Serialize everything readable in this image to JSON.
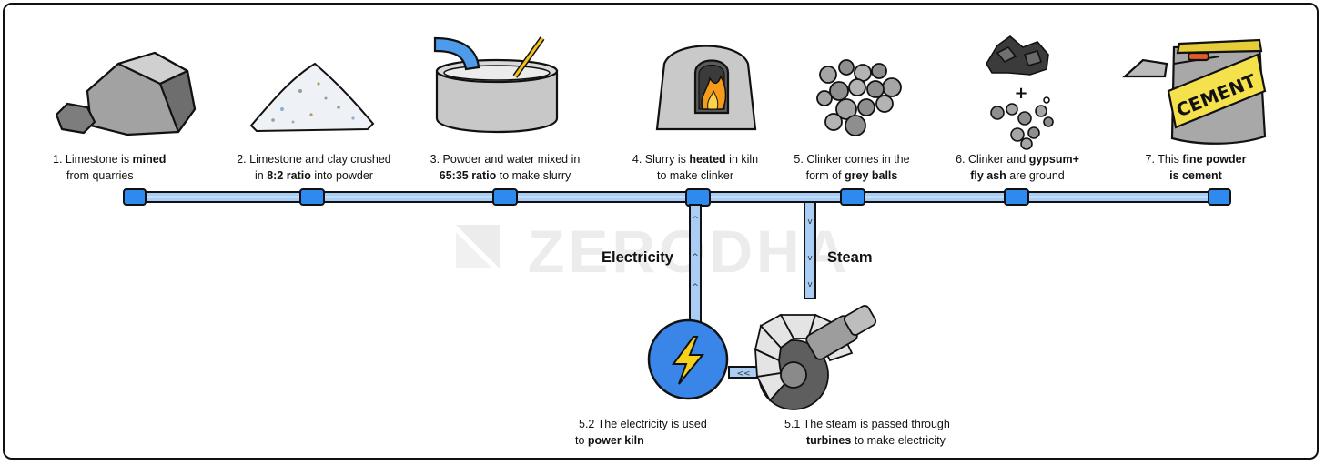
{
  "watermark": "ZERODHA",
  "flows": {
    "electricity": "Electricity",
    "steam": "Steam"
  },
  "steps": [
    {
      "id": "1",
      "pre": "1. Limestone is ",
      "bold": "mined",
      "line2_pre": "from quarries",
      "line2_bold": "",
      "line2_post": ""
    },
    {
      "id": "2",
      "pre": "2. Limestone and clay crushed",
      "bold": "",
      "line2_pre": "in ",
      "line2_bold": "8:2 ratio",
      "line2_post": " into powder"
    },
    {
      "id": "3",
      "pre": "3. Powder and water mixed in",
      "bold": "",
      "line2_pre": "",
      "line2_bold": "65:35 ratio",
      "line2_post": " to make slurry"
    },
    {
      "id": "4",
      "pre": "4. Slurry is ",
      "bold": "heated",
      "post": " in kiln",
      "line2_pre": "to make clinker",
      "line2_bold": "",
      "line2_post": ""
    },
    {
      "id": "5",
      "pre": "5. Clinker comes in the",
      "bold": "",
      "line2_pre": "form of ",
      "line2_bold": "grey balls",
      "line2_post": ""
    },
    {
      "id": "6",
      "pre": "6. Clinker and ",
      "bold": "gypsum+",
      "line2_pre": "",
      "line2_bold": "fly ash",
      "line2_post": " are ground"
    },
    {
      "id": "7",
      "pre": "7. This ",
      "bold": "fine powder",
      "line2_pre": "",
      "line2_bold": "is cement",
      "line2_post": ""
    }
  ],
  "sub_steps": [
    {
      "id": "5.1",
      "line1": "5.1 The steam is passed through",
      "line2_bold": "turbines",
      "line2_post": " to make electricity"
    },
    {
      "id": "5.2",
      "line1": "5.2 The electricity is used",
      "line2_pre": "to ",
      "line2_bold": "power kiln"
    }
  ],
  "bag_text": "CEMENT",
  "colors": {
    "pipe": "#a9cdf5",
    "pipe_joint": "#2f8af0",
    "outline": "#111111",
    "rock": "#9c9c9c",
    "flame": "#f59b1a",
    "bolt": "#f7d21c",
    "bag_label": "#f5e14b"
  }
}
